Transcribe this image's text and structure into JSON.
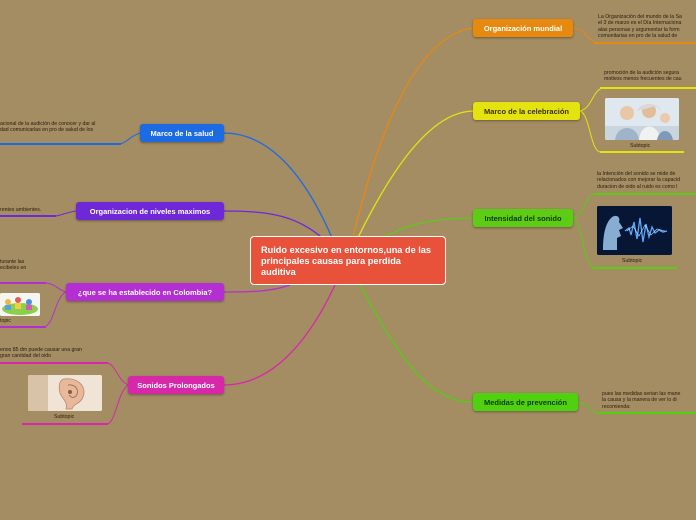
{
  "central": {
    "title": "Ruido excesivo en entornos,una de las principales causas para perdida auditiva",
    "color": "#e8523a"
  },
  "branches": {
    "org_mundial": {
      "label": "Organización mundial",
      "color": "#e8890f",
      "note": [
        "La Organización del mundo de la Sa",
        "el 3 de marzo es el Día Internaciona",
        "alas personas y argumentar la form",
        "comunitarias en pro de la salud de"
      ]
    },
    "celebracion": {
      "label": "Marco de la celebración",
      "color": "#e5e30f",
      "note": [
        "promoción de la audición segura",
        "motivos menos frecuentes de cau"
      ],
      "subtopic": "Subtopic",
      "image_icon": "family-photo-icon"
    },
    "intensidad": {
      "label": "Intensidad del sonido",
      "color": "#5ccc14",
      "note": [
        "la Intención del sonido se mide  de",
        "relacionados con mejorar la capacid",
        "duracion de oido al ruido es como l"
      ],
      "subtopic": "Subtopic",
      "image_icon": "sound-wave-head-icon"
    },
    "medidas": {
      "label": "Medidas de prevención",
      "color": "#4fd10f",
      "note": [
        "pues las medidas serian las mane",
        "la causa y la manera de ver lo di",
        "recomienda:"
      ]
    },
    "marco_salud": {
      "label": "Marco de la salud",
      "color": "#1d6be3",
      "note": [
        "acional de la audición de conocer  y dar al",
        "dad comunicarlas en pro de salud de los"
      ]
    },
    "niveles": {
      "label": "Organizacion de niveles  maximos",
      "color": "#6f28d8",
      "note": [
        "rentes ambientes."
      ]
    },
    "colombia": {
      "label": "¿que se ha establecido en Colombia?",
      "color": "#b42fd1",
      "note": [
        "turante las",
        "ecibeles en"
      ],
      "subtopic": "topic",
      "image_icon": "cartoon-scene-icon"
    },
    "prolongados": {
      "label": "Sonidos Prolongados",
      "color": "#d628a8",
      "note": [
        "enos 85 dm puede causar una gran",
        "gran cantidad del oido"
      ],
      "subtopic": "Subtopic",
      "image_icon": "ear-icon"
    }
  }
}
